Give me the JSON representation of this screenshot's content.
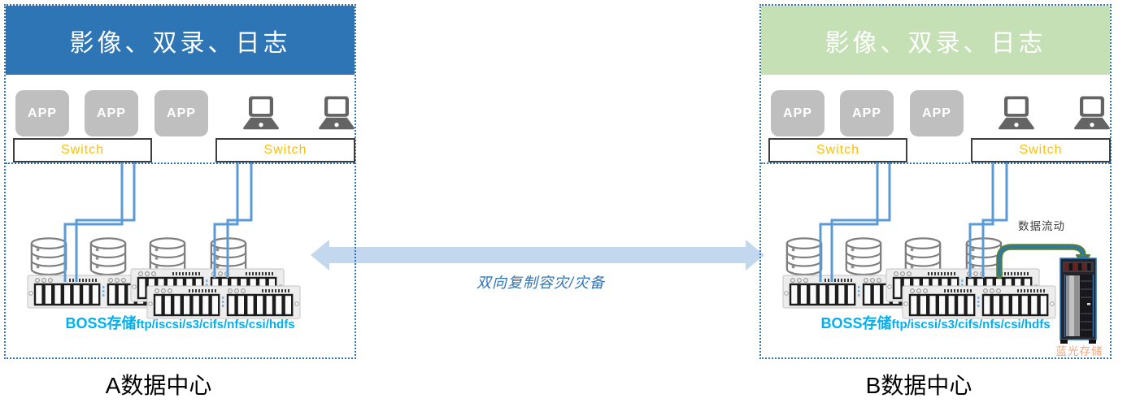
{
  "colors": {
    "dc_a_header_bg": "#2E75B6",
    "dc_b_header_bg": "#C5E0B4",
    "header_text": "#FFFFFF",
    "dotted_border": "#2E75B6",
    "app_box_bg": "#BFBFBF",
    "switch_text": "#FFC000",
    "connector_line": "#5B9BD5",
    "replication_arrow_fill": "#C3D8EF",
    "replication_text": "#2E75B6",
    "boss_text": "#00B0F0",
    "data_flow_arrow_outer": "#538135",
    "data_flow_arrow_inner": "#2E75B6",
    "blu_ray_label_text": "#F2A77E",
    "caption_text": "#000000"
  },
  "icons": {
    "laptop": "laptop-icon",
    "database_cylinder": "database-cylinder-icon",
    "storage_array": "storage-array-icon",
    "server_tower": "server-tower-icon",
    "bidirectional_arrow": "bidirectional-arrow-icon",
    "data_flow_arrow": "data-flow-arrow-icon"
  },
  "dc_a": {
    "header_title": "影像、双录、日志",
    "app_labels": [
      "APP",
      "APP",
      "APP"
    ],
    "switch_labels": [
      "Switch",
      "Switch"
    ],
    "storage_name": "BOSS存储",
    "storage_protocols": "ftp/iscsi/s3/cifs/nfs/csi/hdfs",
    "caption": "A数据中心"
  },
  "dc_b": {
    "header_title": "影像、双录、日志",
    "app_labels": [
      "APP",
      "APP",
      "APP"
    ],
    "switch_labels": [
      "Switch",
      "Switch"
    ],
    "storage_name": "BOSS存储",
    "storage_protocols": "ftp/iscsi/s3/cifs/nfs/csi/hdfs",
    "data_flow_label": "数据流动",
    "blu_ray_label": "蓝光存储",
    "caption": "B数据中心"
  },
  "replication": {
    "label": "双向复制容灾/灾备"
  }
}
